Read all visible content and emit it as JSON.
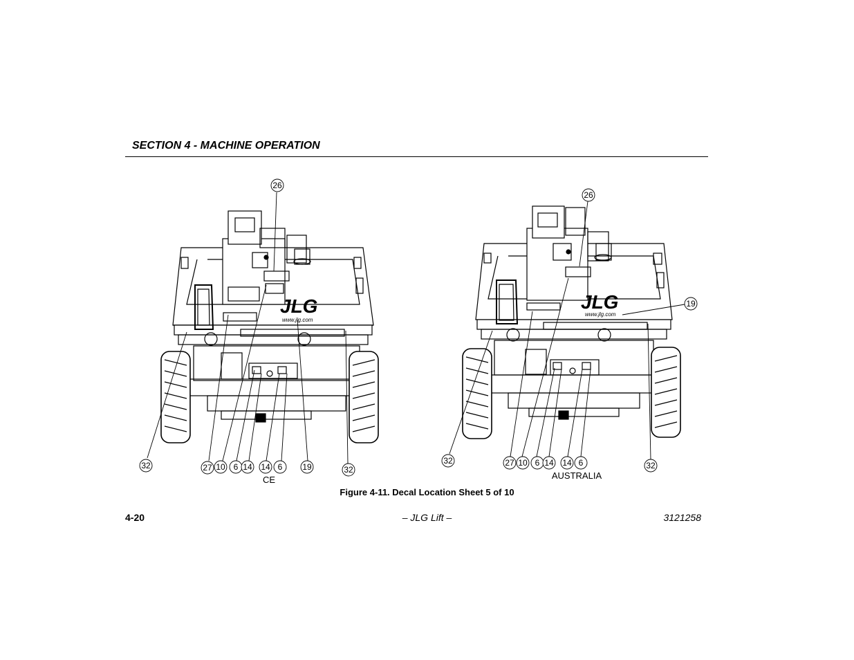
{
  "header": {
    "section_title": "SECTION 4 - MACHINE OPERATION"
  },
  "figure": {
    "caption": "Figure 4-11. Decal Location Sheet 5 of 10",
    "left_view": {
      "region_label": "CE",
      "logo_text": "JLG",
      "url_text": "www.jlg.com",
      "callouts": [
        "26",
        "32",
        "27",
        "10",
        "6",
        "14",
        "14",
        "6",
        "19",
        "32"
      ]
    },
    "right_view": {
      "region_label": "AUSTRALIA",
      "logo_text": "JLG",
      "url_text": "www.jlg.com",
      "callouts": [
        "26",
        "19",
        "32",
        "27",
        "10",
        "6",
        "14",
        "14",
        "6",
        "32"
      ]
    }
  },
  "footer": {
    "page_number": "4-20",
    "center_text": "– JLG Lift –",
    "doc_number": "3121258"
  }
}
